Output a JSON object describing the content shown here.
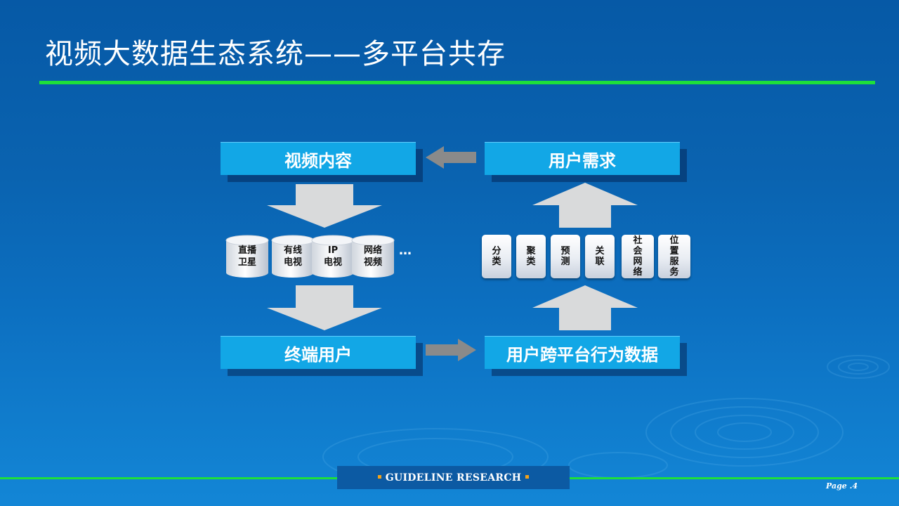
{
  "title": "视频大数据生态系统——多平台共存",
  "boxes": {
    "video_content": "视频内容",
    "user_demand": "用户需求",
    "end_user": "终端用户",
    "cross_platform_data": "用户跨平台行为数据"
  },
  "platforms": [
    {
      "label": "直播\n卫星"
    },
    {
      "label": "有线\n电视"
    },
    {
      "label": "IP\n电视"
    },
    {
      "label": "网络\n视频"
    }
  ],
  "platforms_more": "…",
  "analytics": [
    {
      "label": "分类"
    },
    {
      "label": "聚类"
    },
    {
      "label": "预测"
    },
    {
      "label": "关联"
    },
    {
      "label": "社会网络"
    },
    {
      "label": "位置服务"
    }
  ],
  "footer": {
    "brand": "GUIDELINE  RESEARCH",
    "page": "Page .4"
  },
  "colors": {
    "background": "#0a63b0",
    "box": "#12a7e6",
    "accent_line": "#1ee03a",
    "arrow_large": "#d9dadb",
    "arrow_small": "#8a8a8a",
    "footer_box": "#0c5aa3",
    "footer_marker": "#f2a21a"
  }
}
